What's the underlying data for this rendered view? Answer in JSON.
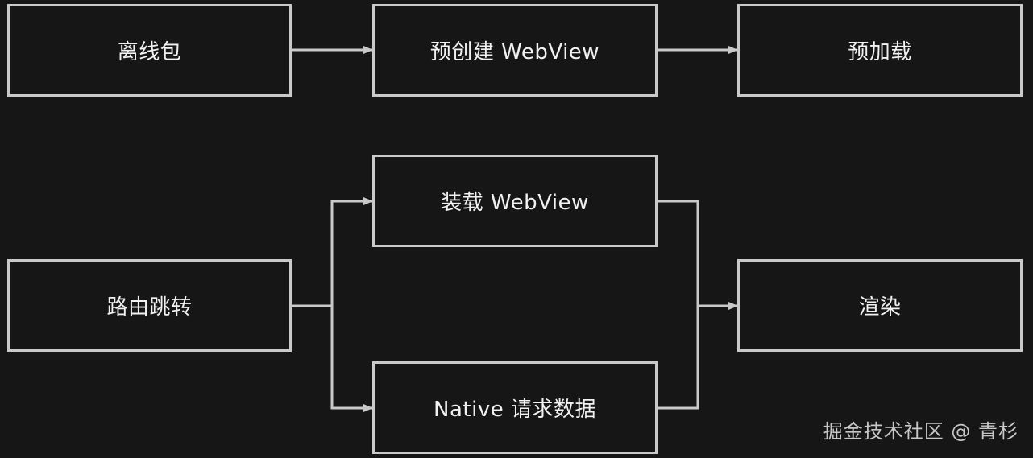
{
  "diagram": {
    "nodes": {
      "offline_package": "离线包",
      "precreate_webview": "预创建 WebView",
      "preload": "预加载",
      "route_jump": "路由跳转",
      "load_webview": "装载 WebView",
      "native_request": "Native 请求数据",
      "render": "渲染"
    },
    "colors": {
      "background": "#161616",
      "stroke": "#c9c9c9",
      "text": "#f1f1f1"
    }
  },
  "watermark": "掘金技术社区 @ 青杉"
}
